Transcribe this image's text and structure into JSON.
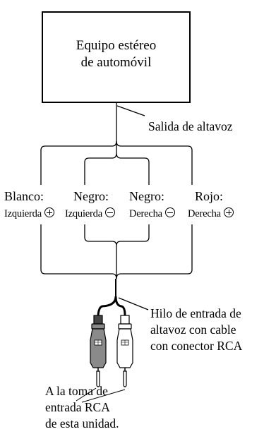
{
  "stereo_box": {
    "line1": "Equipo estéreo",
    "line2": "de automóvil"
  },
  "speaker_output_label": "Salida de altavoz",
  "wires": [
    {
      "color": "Blanco:",
      "side": "Izquierda",
      "polarity": "plus"
    },
    {
      "color": "Negro:",
      "side": "Izquierda",
      "polarity": "minus"
    },
    {
      "color": "Negro:",
      "side": "Derecha",
      "polarity": "minus"
    },
    {
      "color": "Rojo:",
      "side": "Derecha",
      "polarity": "plus"
    }
  ],
  "cable_label": {
    "line1": "Hilo de entrada de",
    "line2": "altavoz con cable",
    "line3": "con conector RCA"
  },
  "jack_label": {
    "line1": "A la toma de",
    "line2": "entrada RCA",
    "line3": "de esta unidad."
  }
}
